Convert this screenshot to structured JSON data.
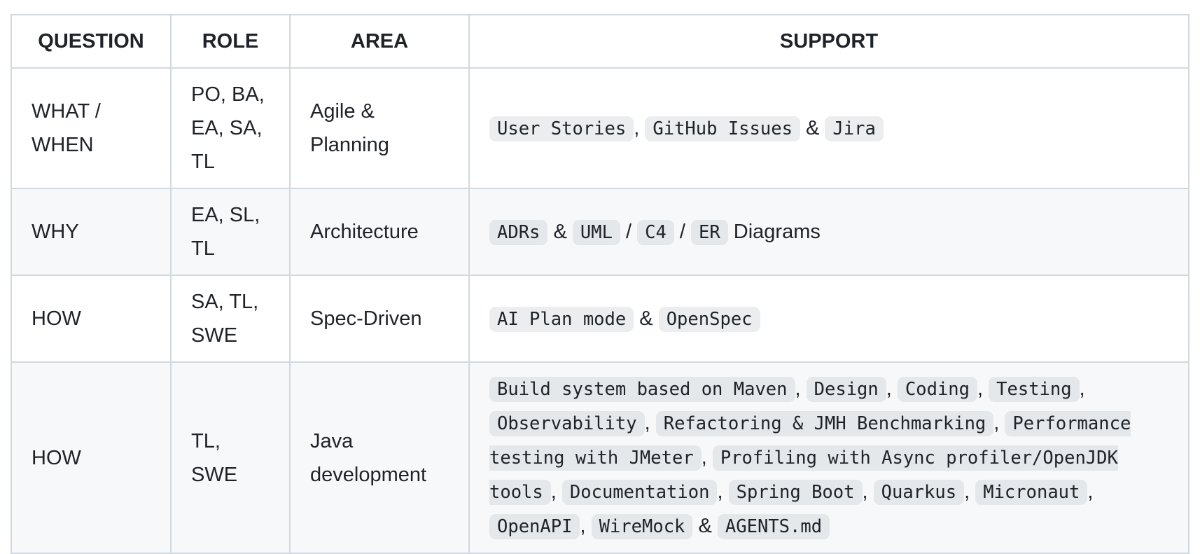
{
  "headers": [
    "QUESTION",
    "ROLE",
    "AREA",
    "SUPPORT"
  ],
  "rows": [
    {
      "question": "WHAT / WHEN",
      "role": "PO, BA, EA, SA, TL",
      "area": "Agile & Planning",
      "support": [
        {
          "code": true,
          "text": "User Stories"
        },
        {
          "code": false,
          "text": ", "
        },
        {
          "code": true,
          "text": "GitHub Issues"
        },
        {
          "code": false,
          "text": " & "
        },
        {
          "code": true,
          "text": "Jira"
        }
      ]
    },
    {
      "question": "WHY",
      "role": "EA, SL, TL",
      "area": "Architecture",
      "support": [
        {
          "code": true,
          "text": "ADRs"
        },
        {
          "code": false,
          "text": " & "
        },
        {
          "code": true,
          "text": "UML"
        },
        {
          "code": false,
          "text": " / "
        },
        {
          "code": true,
          "text": "C4"
        },
        {
          "code": false,
          "text": " / "
        },
        {
          "code": true,
          "text": "ER"
        },
        {
          "code": false,
          "text": " Diagrams"
        }
      ]
    },
    {
      "question": "HOW",
      "role": "SA, TL, SWE",
      "area": "Spec-Driven",
      "support": [
        {
          "code": true,
          "text": "AI Plan mode"
        },
        {
          "code": false,
          "text": " & "
        },
        {
          "code": true,
          "text": "OpenSpec"
        }
      ]
    },
    {
      "question": "HOW",
      "role": "TL, SWE",
      "area": "Java development",
      "support": [
        {
          "code": true,
          "text": "Build system based on Maven"
        },
        {
          "code": false,
          "text": ", "
        },
        {
          "code": true,
          "text": "Design"
        },
        {
          "code": false,
          "text": ", "
        },
        {
          "code": true,
          "text": "Coding"
        },
        {
          "code": false,
          "text": ", "
        },
        {
          "code": true,
          "text": "Testing"
        },
        {
          "code": false,
          "text": ", "
        },
        {
          "code": true,
          "text": "Observability"
        },
        {
          "code": false,
          "text": ", "
        },
        {
          "code": true,
          "text": "Refactoring & JMH Benchmarking"
        },
        {
          "code": false,
          "text": ", "
        },
        {
          "code": true,
          "text": "Performance testing with JMeter"
        },
        {
          "code": false,
          "text": ", "
        },
        {
          "code": true,
          "text": "Profiling with Async profiler/OpenJDK tools"
        },
        {
          "code": false,
          "text": ", "
        },
        {
          "code": true,
          "text": "Documentation"
        },
        {
          "code": false,
          "text": ", "
        },
        {
          "code": true,
          "text": "Spring Boot"
        },
        {
          "code": false,
          "text": ", "
        },
        {
          "code": true,
          "text": "Quarkus"
        },
        {
          "code": false,
          "text": ", "
        },
        {
          "code": true,
          "text": "Micronaut"
        },
        {
          "code": false,
          "text": ", "
        },
        {
          "code": true,
          "text": "OpenAPI"
        },
        {
          "code": false,
          "text": ", "
        },
        {
          "code": true,
          "text": "WireMock"
        },
        {
          "code": false,
          "text": " & "
        },
        {
          "code": true,
          "text": "AGENTS.md"
        }
      ]
    }
  ]
}
